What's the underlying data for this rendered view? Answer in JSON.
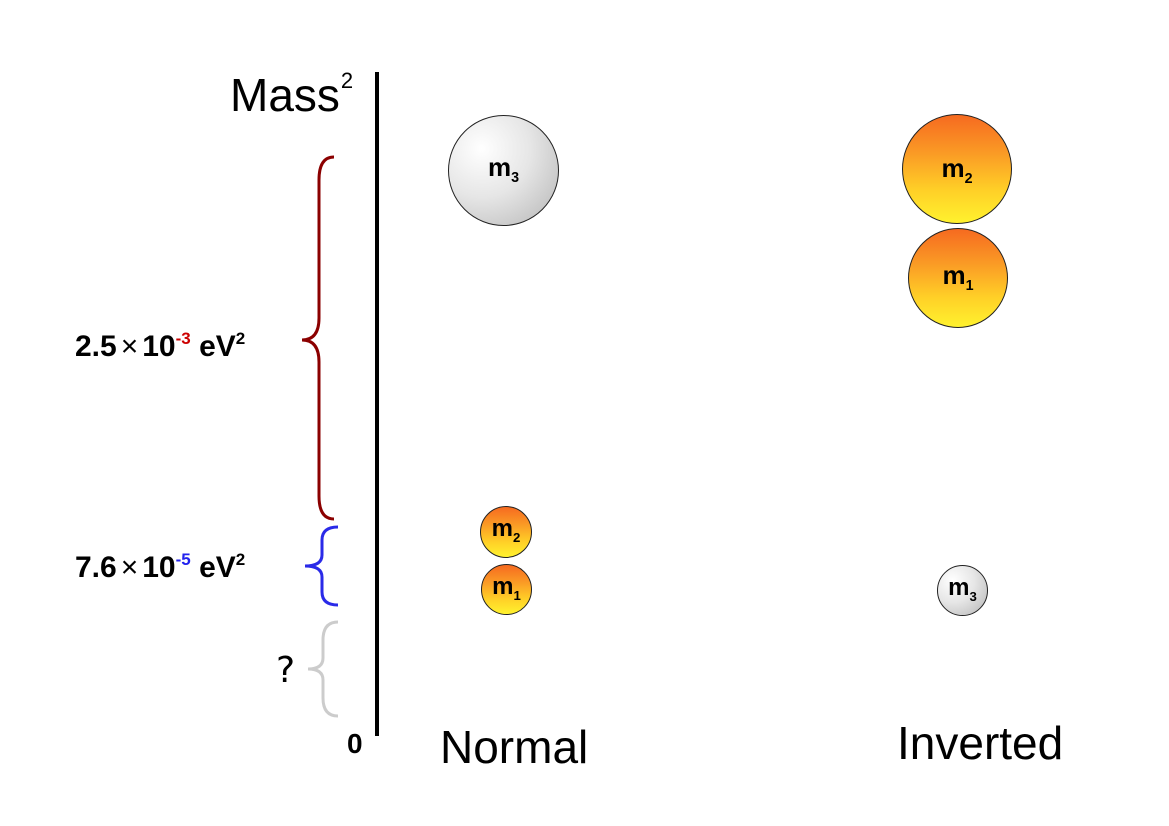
{
  "axis": {
    "title": "Mass",
    "title_exponent": "2",
    "zero_label": "0"
  },
  "columns": {
    "normal": "Normal",
    "inverted": "Inverted"
  },
  "splittings": {
    "atmospheric": {
      "mantissa": "2.5",
      "times": "×",
      "base": "10",
      "exponent": "-3",
      "unit": "eV",
      "unit_exponent": "2",
      "color": "#8b0000"
    },
    "solar": {
      "mantissa": "7.6",
      "times": "×",
      "base": "10",
      "exponent": "-5",
      "unit": "eV",
      "unit_exponent": "2",
      "color": "#2a2ae8"
    },
    "lightest": {
      "label": "?",
      "color": "#cccccc"
    }
  },
  "masses": {
    "normal_m3": {
      "name": "m",
      "index": "3",
      "kind": "gray"
    },
    "normal_m2": {
      "name": "m",
      "index": "2",
      "kind": "orange"
    },
    "normal_m1": {
      "name": "m",
      "index": "1",
      "kind": "orange"
    },
    "inverted_m2": {
      "name": "m",
      "index": "2",
      "kind": "orange"
    },
    "inverted_m1": {
      "name": "m",
      "index": "1",
      "kind": "orange"
    },
    "inverted_m3": {
      "name": "m",
      "index": "3",
      "kind": "gray"
    }
  },
  "colors": {
    "axis": "#000000",
    "exponent_red": "#cc0000",
    "exponent_blue": "#2222ee"
  }
}
